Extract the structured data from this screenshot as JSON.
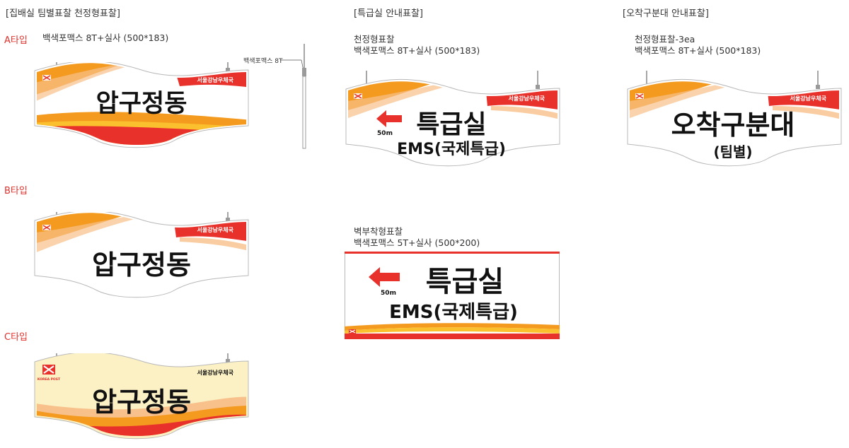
{
  "sections": {
    "team": {
      "title": "[집배실 팀별표찰 천정형표찰]",
      "type_a": "A타입",
      "spec_a": "백색포맥스 8T+실사 (500*183)",
      "type_b": "B타입",
      "type_c": "C타입",
      "pole_note": "백색포맥스 8T"
    },
    "express": {
      "title": "[특급실 안내표찰]",
      "spec_line1": "천정형표찰",
      "spec_line2": "백색포맥스 8T+실사 (500*183)",
      "wall_line1": "벽부착형표찰",
      "wall_line2": "백색포맥스 5T+실사 (500*200)"
    },
    "ochak": {
      "title": "[오착구분대 안내표찰]",
      "spec_line1": "천정형표찰-3ea",
      "spec_line2": "백색포맥스 8T+실사 (500*183)"
    }
  },
  "signs": {
    "office": "서울강남우체국",
    "place": "압구정동",
    "express_room": "특급실",
    "ems": "EMS(국제특급)",
    "distance": "50m",
    "ochak": "오착구분대",
    "team": "(팀별)",
    "korea_post": "KOREA POST"
  },
  "colors": {
    "red": "#e8312b",
    "orange": "#f39a1f",
    "yellow": "#fbc02d",
    "cream": "#fbf1c4",
    "outline": "#b8b8b8"
  }
}
